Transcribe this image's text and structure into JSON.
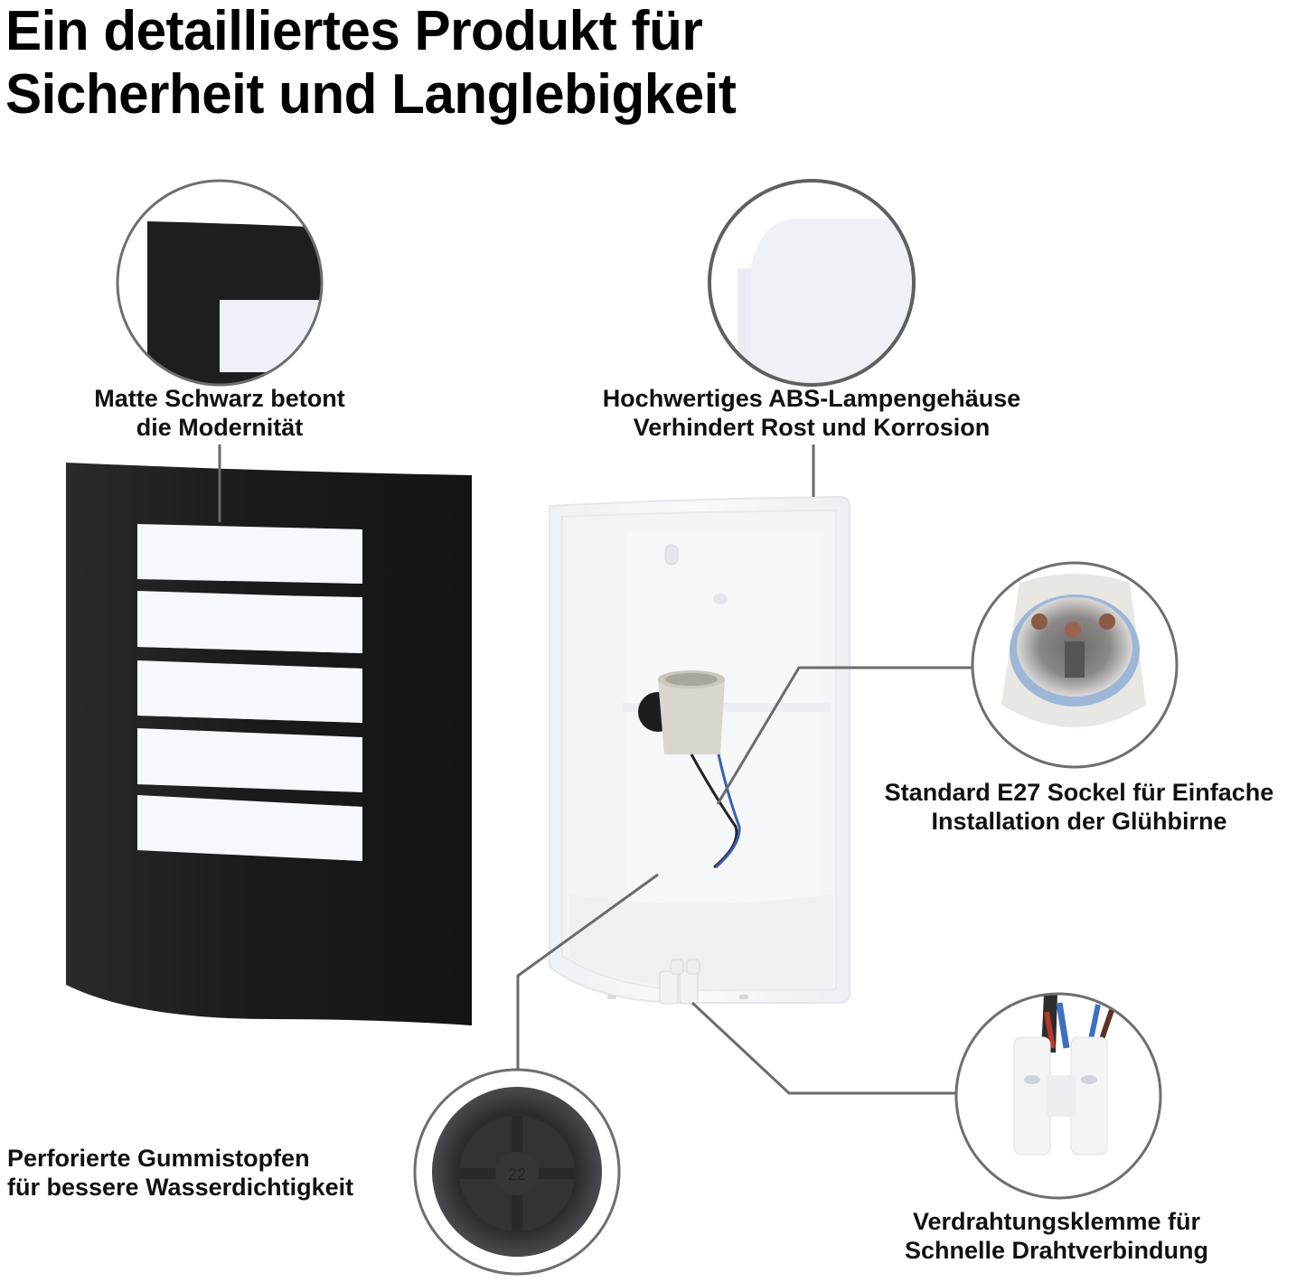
{
  "title": {
    "line1": "Ein detailliertes Produkt für",
    "line2": "Sicherheit und Langlebigkeit"
  },
  "callouts": [
    {
      "id": "matte-black",
      "line1": "Matte Schwarz betont",
      "line2": "die Modernität",
      "detail_image": "black-matte-corner-closeup"
    },
    {
      "id": "abs-housing",
      "line1": "Hochwertiges ABS-Lampengehäuse",
      "line2": "Verhindert Rost und Korrosion",
      "detail_image": "white-abs-housing-closeup"
    },
    {
      "id": "e27-socket",
      "line1": "Standard E27 Sockel für Einfache",
      "line2": "Installation der Glühbirne",
      "detail_image": "e27-socket-closeup"
    },
    {
      "id": "rubber-plug",
      "line1": "Perforierte Gummistopfen",
      "line2": "für bessere Wasserdichtigkeit",
      "detail_image": "rubber-grommet-closeup"
    },
    {
      "id": "wiring-terminal",
      "line1": "Verdrahtungsklemme für",
      "line2": "Schnelle Drahtverbindung",
      "detail_image": "terminal-block-closeup"
    }
  ],
  "products": {
    "cover": "black-lamp-cover-with-5-slats",
    "housing": "white-abs-back-housing-with-socket"
  },
  "colors": {
    "background": "#ffffff",
    "text": "#111111",
    "leader_line": "#6b6b6b",
    "circle_border": "#6e6e6e",
    "lamp_black": "#1c1c1e",
    "diffuser": "#f3f6fb",
    "housing_white": "#f4f6f9"
  }
}
